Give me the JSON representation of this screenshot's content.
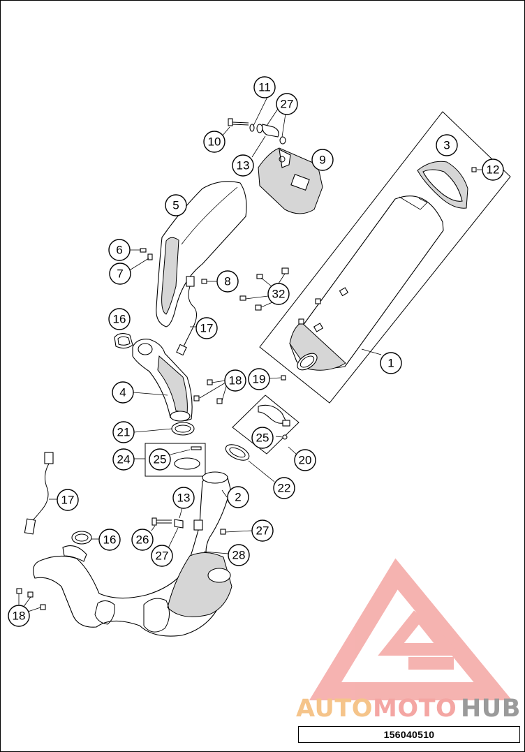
{
  "diagram": {
    "callouts": [
      "1",
      "2",
      "3",
      "4",
      "5",
      "6",
      "7",
      "8",
      "9",
      "10",
      "11",
      "12",
      "13",
      "13",
      "16",
      "16",
      "17",
      "17",
      "18",
      "18",
      "18",
      "19",
      "20",
      "21",
      "22",
      "24",
      "25",
      "25",
      "26",
      "27",
      "27",
      "27",
      "28",
      "32"
    ],
    "drawing_number": "156040510"
  },
  "watermark": {
    "brand_part1": "AUTO",
    "brand_part2": "MOTO",
    "brand_part3": "HUB",
    "colors": {
      "auto": "#f5c48a",
      "moto": "#f4a6a3",
      "hub": "#9a9a9a",
      "logo": "#f4a6a3"
    }
  }
}
